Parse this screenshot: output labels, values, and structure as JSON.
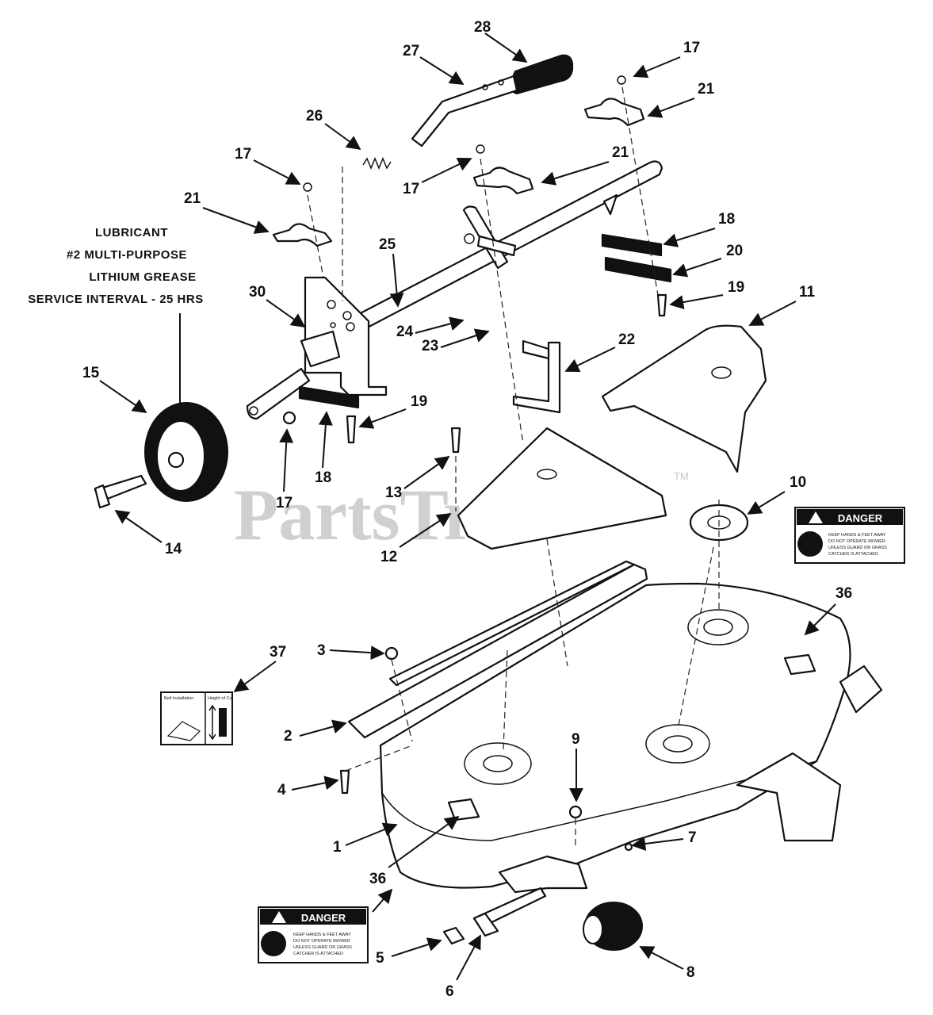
{
  "lubricant": {
    "line1": "LUBRICANT",
    "line2": "#2 MULTI-PURPOSE",
    "line3": "LITHIUM GREASE",
    "line4": "SERVICE INTERVAL - 25 HRS"
  },
  "watermark": {
    "text": "PartsTree",
    "tm": "TM"
  },
  "decals": {
    "danger_top": {
      "header": "DANGER",
      "lines": [
        "KEEP HANDS & FEET AWAY",
        "DO NOT OPERATE MOWER",
        "UNLESS GUARD OR GRASS",
        "CATCHER IS ATTACHED"
      ]
    },
    "danger_bottom": {
      "header": "DANGER",
      "lines": [
        "KEEP HANDS & FEET AWAY",
        "DO NOT OPERATE MOWER",
        "UNLESS GUARD OR GRASS",
        "CATCHER IS ATTACHED"
      ]
    },
    "height_of_cut": {
      "left_title": "Belt Installation",
      "right_title": "Height of Cut"
    }
  },
  "callouts": [
    "28",
    "27",
    "26",
    "17",
    "21",
    "17",
    "21",
    "17",
    "21",
    "18",
    "20",
    "19",
    "25",
    "30",
    "24",
    "23",
    "22",
    "11",
    "15",
    "19",
    "18",
    "17",
    "13",
    "10",
    "14",
    "12",
    "36",
    "37",
    "3",
    "2",
    "4",
    "9",
    "1",
    "7",
    "36",
    "5",
    "6",
    "8"
  ],
  "colors": {
    "line": "#111111",
    "watermark": "#d0d0d0",
    "decal_header": "#111111"
  }
}
